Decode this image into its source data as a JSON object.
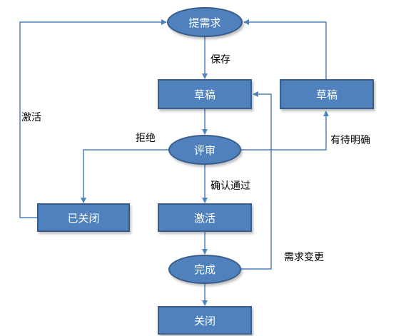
{
  "colors": {
    "node_fill": "#4f81bd",
    "node_border": "#385d8a",
    "node_text": "#ffffff",
    "edge": "#4f81bd",
    "label_text": "#000000"
  },
  "nodes": {
    "submit": "提需求",
    "draft_main": "草稿",
    "draft_right": "草稿",
    "review": "评审",
    "closed_left": "已关闭",
    "activate": "激活",
    "complete": "完成",
    "close": "关闭"
  },
  "edge_labels": {
    "save": "保存",
    "activate_left": "激活",
    "reject": "拒绝",
    "pending": "有待明确",
    "approved": "确认通过",
    "change": "需求变更"
  }
}
